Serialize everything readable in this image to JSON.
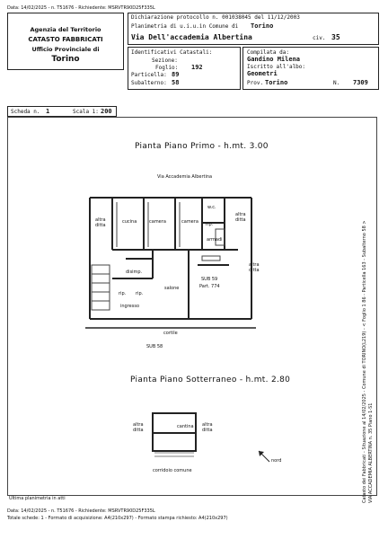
{
  "top_meta": "Data: 14/02/2025 - n. T51676 - Richiedente: MSRVTR90D25F335L",
  "header": {
    "agency_line1": "Agenzia del Territorio",
    "agency_line2": "CATASTO FABBRICATI",
    "agency_line3": "Ufficio Provinciale di",
    "agency_line4": "Torino",
    "declaration": "Dichiarazione protocollo n. 001038045 del 11/12/2003",
    "planimetria": "Planimetria di u.i.u.in Comune di",
    "comune": "Torino",
    "via": "Via Dell'accademia Albertina",
    "civ_label": "civ.",
    "civ": "35",
    "identificativi_label": "Identificativi Catastali:",
    "sezione_label": "Sezione:",
    "sezione": "",
    "foglio_label": "Foglio:",
    "foglio": "192",
    "particella_label": "Particella:",
    "particella": "89",
    "subalterno_label": "Subalterno:",
    "subalterno": "58",
    "compilata_label": "Compilata da:",
    "compilata": "Gandino Milena",
    "iscritto_label": "Iscritto all'albo:",
    "iscritto": "Geometri",
    "prov_label": "Prov.",
    "prov": "Torino",
    "n_label": "N.",
    "n": "7309",
    "scheda_label": "Scheda n.",
    "scheda": "1",
    "scala_label": "Scala 1:",
    "scala": "200"
  },
  "plan1": {
    "title": "Pianta Piano Primo - h.mt. 3.00",
    "street": "Via Accademia Albertina",
    "rooms": {
      "altra_ditta_left": "altra ditta",
      "cucina": "cucina",
      "camera1": "camera",
      "camera2": "camera",
      "wc": "w.c.",
      "rip": "rip.",
      "armadi": "armadi",
      "altra_ditta_top": "altra ditta",
      "disimp": "disimp.",
      "salone": "salone",
      "rip2": "rip.",
      "rip3": "rip.",
      "ingresso": "ingresso",
      "sub59": "SUB 59",
      "part": "Part. 774",
      "altra_ditta_right": "altra ditta",
      "cortile": "cortile",
      "sub58": "SUB 58"
    }
  },
  "plan2": {
    "title": "Pianta Piano Sotterraneo - h.mt. 2.80",
    "cantina": "cantina",
    "altra_ditta_left": "altra ditta",
    "altra_ditta_right": "altra ditta",
    "corridoio": "corridoio comune",
    "north": "nord"
  },
  "side_text_1": "Catasto dei Fabbricati - Situazione al 14/02/2025 - Comune di TORINO(L219) - < Foglio 1 86 - Particella 163 - Subalterno 58 >",
  "side_text_2": "VIA ACCADEMIA ALBERTINA n. 35 Piano 1-S1",
  "footer": {
    "note": "Ultima planimetria in atti",
    "line1": "Data: 14/02/2025 - n. T51676 - Richiedente: MSRVTR90D25F335L",
    "line2": "Totale schede: 1 - Formato di acquisizione: A4(210x297) - Formato stampa richiesto: A4(210x297)"
  }
}
